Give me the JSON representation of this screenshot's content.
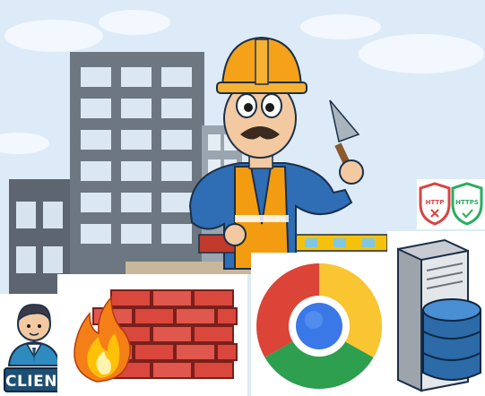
{
  "scene": {
    "sky_color": "#dcebf7",
    "worker": {
      "helmet_color": "#f5a21a",
      "vest_color": "#f39c12",
      "shirt_color": "#2f6db5"
    }
  },
  "client": {
    "label": "CLIENT",
    "icon": "user-icon"
  },
  "firewall": {
    "icon": "firewall-icon",
    "brick_color": "#d9473d",
    "flame_color": "#f57f17"
  },
  "browser": {
    "icon": "chrome-icon"
  },
  "server": {
    "icon": "server-database-icon"
  },
  "badges": {
    "http_label": "HTTP",
    "https_label": "HTTPS",
    "http_color": "#d64541",
    "https_color": "#27ae60"
  }
}
